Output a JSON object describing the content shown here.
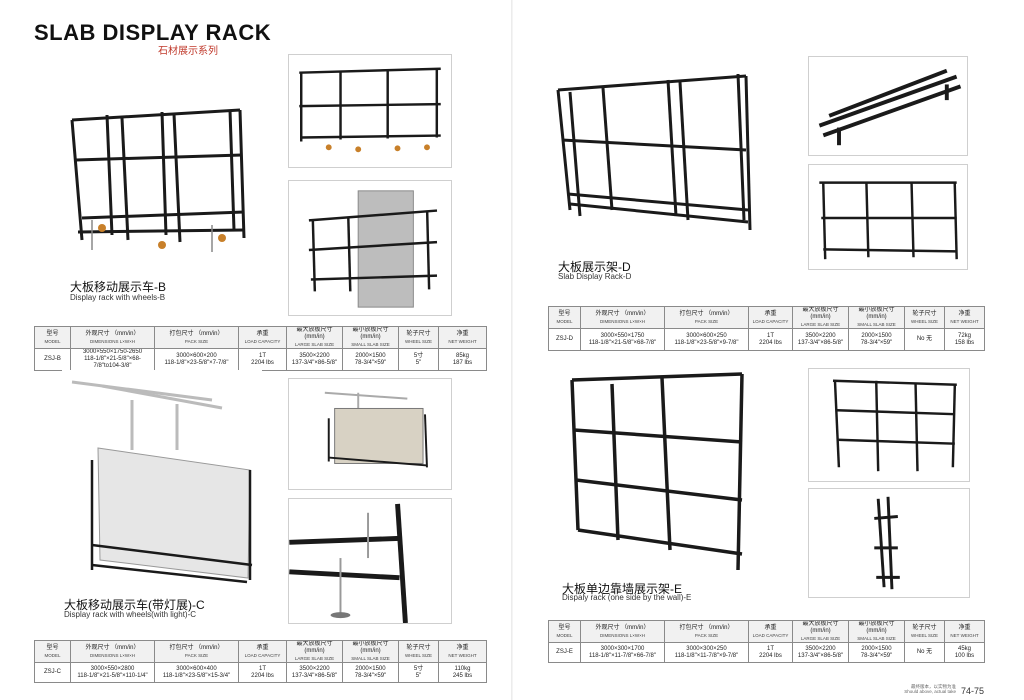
{
  "header": {
    "title": "SLAB DISPLAY RACK",
    "subtitle": "石材展示系列"
  },
  "products": {
    "b": {
      "name_cn": "大板移动展示车-B",
      "name_en": "Display rack with wheels-B"
    },
    "c": {
      "name_cn": "大板移动展示车(带灯展)-C",
      "name_en": "Display rack with wheels(with light)-C"
    },
    "d": {
      "name_cn": "大板展示架-D",
      "name_en": "Slab Display Rack-D"
    },
    "e": {
      "name_cn": "大板单边靠墙展示架-E",
      "name_en": "Dispaly rack (one side by the wall)-E"
    }
  },
  "spec_headers": [
    {
      "cn": "型号",
      "en": "MODEL"
    },
    {
      "cn": "外观尺寸 （mm/in）",
      "en": "DIMENSIONS L×W×H"
    },
    {
      "cn": "打包尺寸 （mm/in）",
      "en": "PACK SIZE"
    },
    {
      "cn": "承重",
      "en": "LOAD CAPACITY"
    },
    {
      "cn": "最大放板尺寸(mm/in)",
      "en": "LARGE SLAB SIZE"
    },
    {
      "cn": "最小放板尺寸(mm/in)",
      "en": "SMALL SLAB SIZE"
    },
    {
      "cn": "轮子尺寸",
      "en": "WHEEL SIZE"
    },
    {
      "cn": "净重",
      "en": "NET WEIGHT"
    }
  ],
  "specs": {
    "b": [
      "ZSJ-B",
      "3000×550×1750-2650\n118-1/8\"×21-5/8\"×68-7/8\"to104-3/8\"",
      "3000×600×200\n118-1/8\"×23-5/8\"×7-7/8\"",
      "1T\n2204 lbs",
      "3500×2200\n137-3/4\"×86-5/8\"",
      "2000×1500\n78-3/4\"×59\"",
      "5寸\n5\"",
      "85kg\n187 lbs"
    ],
    "c": [
      "ZSJ-C",
      "3000×550×2800\n118-1/8\"×21-5/8\"×110-1/4\"",
      "3000×600×400\n118-1/8\"×23-5/8\"×15-3/4\"",
      "1T\n2204 lbs",
      "3500×2200\n137-3/4\"×86-5/8\"",
      "2000×1500\n78-3/4\"×59\"",
      "5寸\n5\"",
      "110kg\n245 lbs"
    ],
    "d": [
      "ZSJ-D",
      "3000×550×1750\n118-1/8\"×21-5/8\"×68-7/8\"",
      "3000×600×250\n118-1/8\"×23-5/8\"×9-7/8\"",
      "1T\n2204 lbs",
      "3500×2200\n137-3/4\"×86-5/8\"",
      "2000×1500\n78-3/4\"×59\"",
      "No 无",
      "72kg\n158 lbs"
    ],
    "e": [
      "ZSJ-E",
      "3000×300×1700\n118-1/8\"×11-7/8\"×66-7/8\"",
      "3000×300×250\n118-1/8\"×11-7/8\"×9-7/8\"",
      "1T\n2204 lbs",
      "3500×2200\n137-3/4\"×86-5/8\"",
      "2000×1500\n78-3/4\"×59\"",
      "No 无",
      "45kg\n100 lbs"
    ]
  },
  "footer": {
    "note": "最终版本，以实物为准\nShould above, actual take",
    "page": "74-75"
  }
}
